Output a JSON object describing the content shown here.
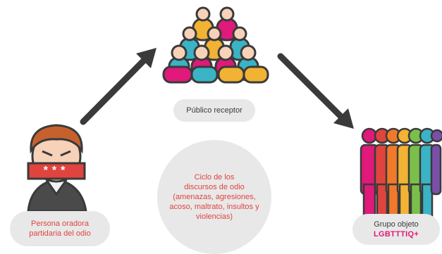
{
  "nodes": {
    "speaker": {
      "lines": [
        "Persona oradora",
        "partidaria del odio"
      ]
    },
    "audience": {
      "label": "Público receptor"
    },
    "target": {
      "line1": "Grupo objeto",
      "line2": "LGBTTTIQ+"
    },
    "cycle": {
      "lines": [
        "Ciclo de los",
        "discursos de odio",
        "(amenazas, agresiones,",
        "acoso, maltrato, insultos y",
        "violencias)"
      ]
    }
  },
  "mask_text": "***",
  "colors": {
    "text_red": "#e0443e",
    "text_dark": "#3b3b3b",
    "pill_bg": "#e8e8e8",
    "arrow": "#3a3a3a",
    "lgbt_label": "#e0197a"
  },
  "icons": {
    "speaker": "angry-masked-person-icon",
    "audience": "crowd-icon",
    "target": "rainbow-group-icon",
    "arrows": [
      "arrow-up-right-icon",
      "arrow-down-right-icon"
    ]
  }
}
